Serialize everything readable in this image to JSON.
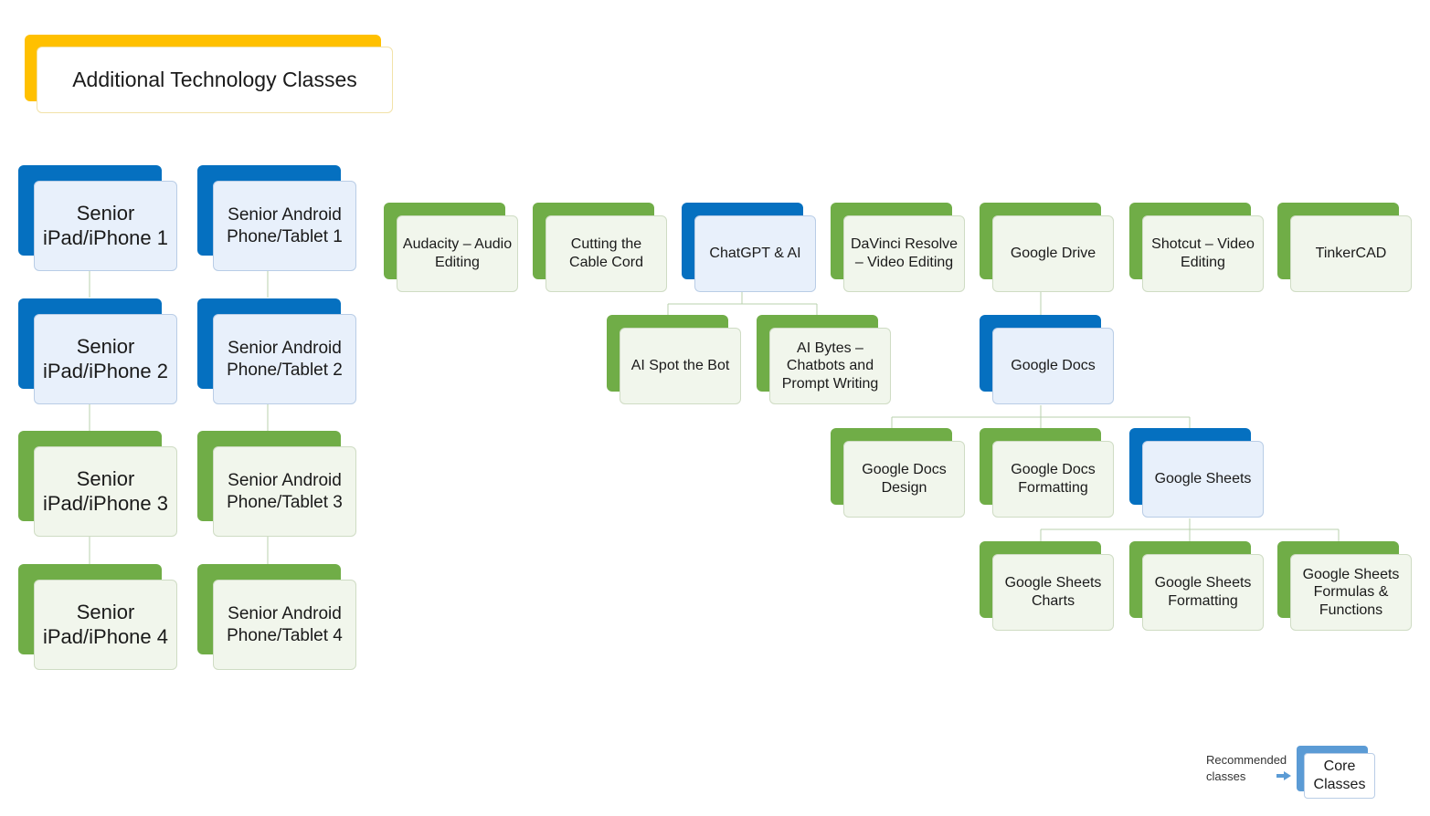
{
  "title": "Additional Technology Classes",
  "columns": [
    {
      "items": [
        "Senior iPad/iPhone 1",
        "Senior iPad/iPhone 2",
        "Senior iPad/iPhone 3",
        "Senior iPad/iPhone 4"
      ]
    },
    {
      "items": [
        "Senior Android Phone/Tablet 1",
        "Senior Android Phone/Tablet 2",
        "Senior Android Phone/Tablet 3",
        "Senior Android Phone/Tablet 4"
      ]
    }
  ],
  "top_row": [
    "Audacity – Audio Editing",
    "Cutting the Cable Cord",
    "ChatGPT & AI",
    "DaVinci Resolve – Video Editing",
    "Google Drive",
    "Shotcut – Video Editing",
    "TinkerCAD"
  ],
  "chatgpt_children": [
    "AI Spot the Bot",
    "AI Bytes – Chatbots and Prompt Writing"
  ],
  "drive_children": [
    "Google Docs"
  ],
  "docs_children": [
    "Google Docs Design",
    "Google Docs Formatting",
    "Google Sheets"
  ],
  "sheets_children": [
    "Google Sheets Charts",
    "Google Sheets Formatting",
    "Google Sheets Formulas & Functions"
  ],
  "legend": {
    "recommended_line1": "Recommended",
    "recommended_line2": "classes",
    "core_label": "Core Classes"
  },
  "colors": {
    "core": "#0570c0",
    "recommended": "#70ad47",
    "title_accent": "#ffc000",
    "connector": "#a9c9a0"
  }
}
